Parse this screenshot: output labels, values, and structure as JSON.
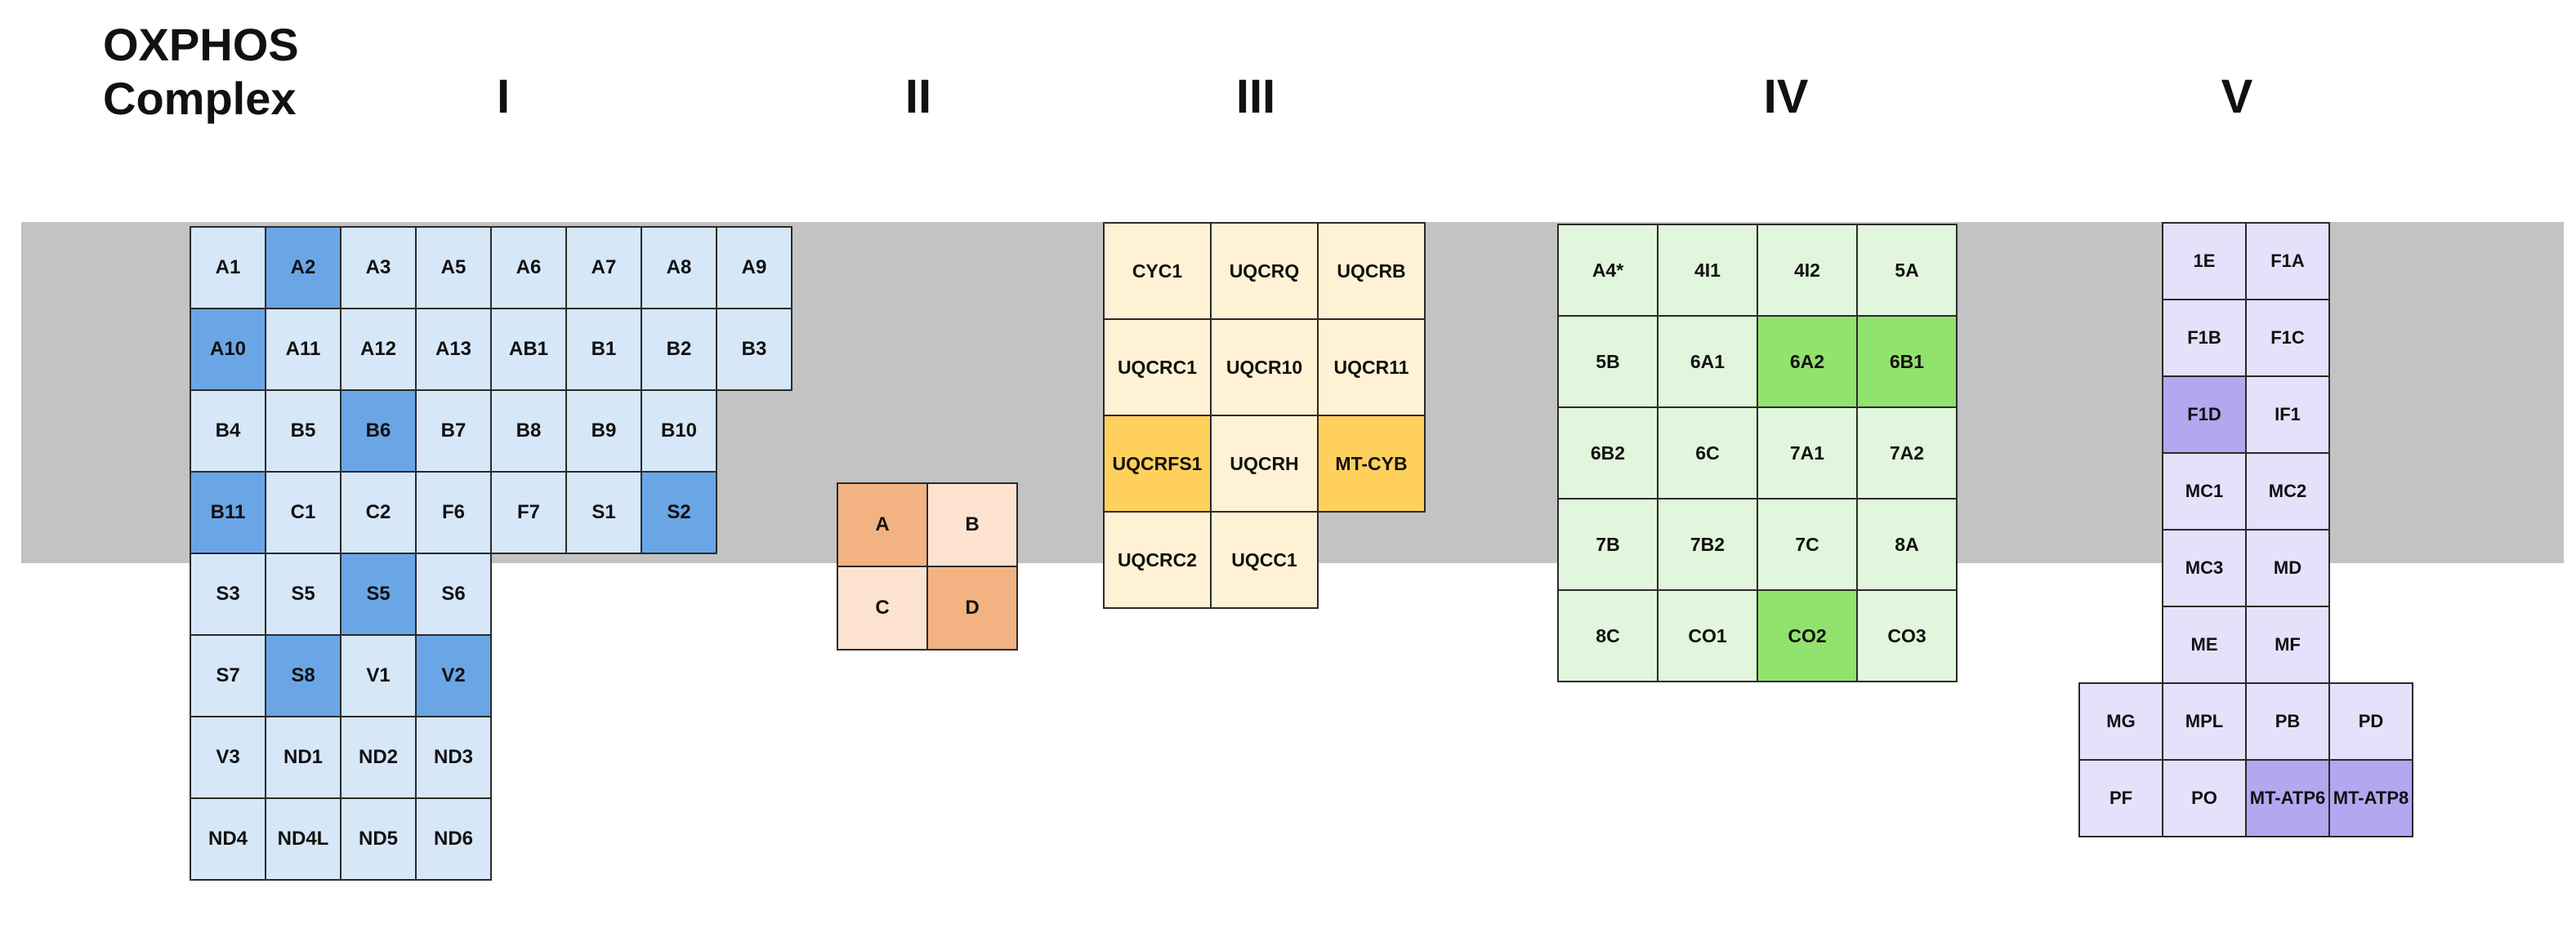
{
  "header": {
    "title_line1": "OXPHOS",
    "title_line2": "Complex",
    "complex_labels": [
      "I",
      "II",
      "III",
      "IV",
      "V"
    ]
  },
  "colors": {
    "membrane": "#c3c3c3",
    "complex_I": {
      "light": "#d6e7f8",
      "highlight": "#6aa6e5"
    },
    "complex_II": {
      "light": "#fde3cf",
      "highlight": "#f3b281"
    },
    "complex_III": {
      "light": "#fff2d4",
      "highlight": "#ffd05c"
    },
    "complex_IV": {
      "light": "#e1f6dc",
      "highlight": "#92e26e"
    },
    "complex_V": {
      "light": "#e6e0fa",
      "highlight": "#b4a6ef"
    }
  },
  "complexes": {
    "I": [
      [
        "A1",
        "A2*",
        "A3",
        "A5",
        "A6",
        "A7",
        "A8",
        "A9"
      ],
      [
        "A10*",
        "A11",
        "A12",
        "A13",
        "AB1",
        "B1",
        "B2",
        "B3"
      ],
      [
        "B4",
        "B5",
        "B6*",
        "B7",
        "B8",
        "B9",
        "B10",
        null
      ],
      [
        "B11*",
        "C1",
        "C2",
        "F6",
        "F7",
        "S1",
        "S2*",
        null
      ],
      [
        "S3",
        "S5",
        "S5*",
        "S6",
        null,
        null,
        null,
        null
      ],
      [
        "S7",
        "S8*",
        "V1",
        "V2*",
        null,
        null,
        null,
        null
      ],
      [
        "V3",
        "ND1",
        "ND2",
        "ND3",
        null,
        null,
        null,
        null
      ],
      [
        "ND4",
        "ND4L",
        "ND5",
        "ND6",
        null,
        null,
        null,
        null
      ]
    ],
    "II": [
      [
        "A*",
        "B"
      ],
      [
        "C",
        "D*"
      ]
    ],
    "III": [
      [
        "CYC1",
        "UQCRQ",
        "UQCRB"
      ],
      [
        "UQCRC1",
        "UQCR10",
        "UQCR11"
      ],
      [
        "UQCRFS1*",
        "UQCRH",
        "MT-CYB*"
      ],
      [
        "UQCRC2",
        "UQCC1",
        null
      ]
    ],
    "IV": [
      [
        "A4\u0001",
        "4I1",
        "4I2",
        "5A"
      ],
      [
        "5B",
        "6A1",
        "6A2*",
        "6B1*"
      ],
      [
        "6B2",
        "6C",
        "7A1",
        "7A2"
      ],
      [
        "7B",
        "7B2",
        "7C",
        "8A"
      ],
      [
        "8C",
        "CO1",
        "CO2*",
        "CO3"
      ]
    ],
    "V": [
      [
        null,
        "1E",
        "F1A",
        null
      ],
      [
        null,
        "F1B",
        "F1C",
        null
      ],
      [
        null,
        "F1D*",
        "IF1",
        null
      ],
      [
        null,
        "MC1",
        "MC2",
        null
      ],
      [
        null,
        "MC3",
        "MD",
        null
      ],
      [
        null,
        "ME",
        "MF",
        null
      ],
      [
        "MG",
        "MPL",
        "PB",
        "PD"
      ],
      [
        "PF",
        "PO",
        "MT-ATP6*",
        "MT-ATP8*"
      ]
    ]
  }
}
